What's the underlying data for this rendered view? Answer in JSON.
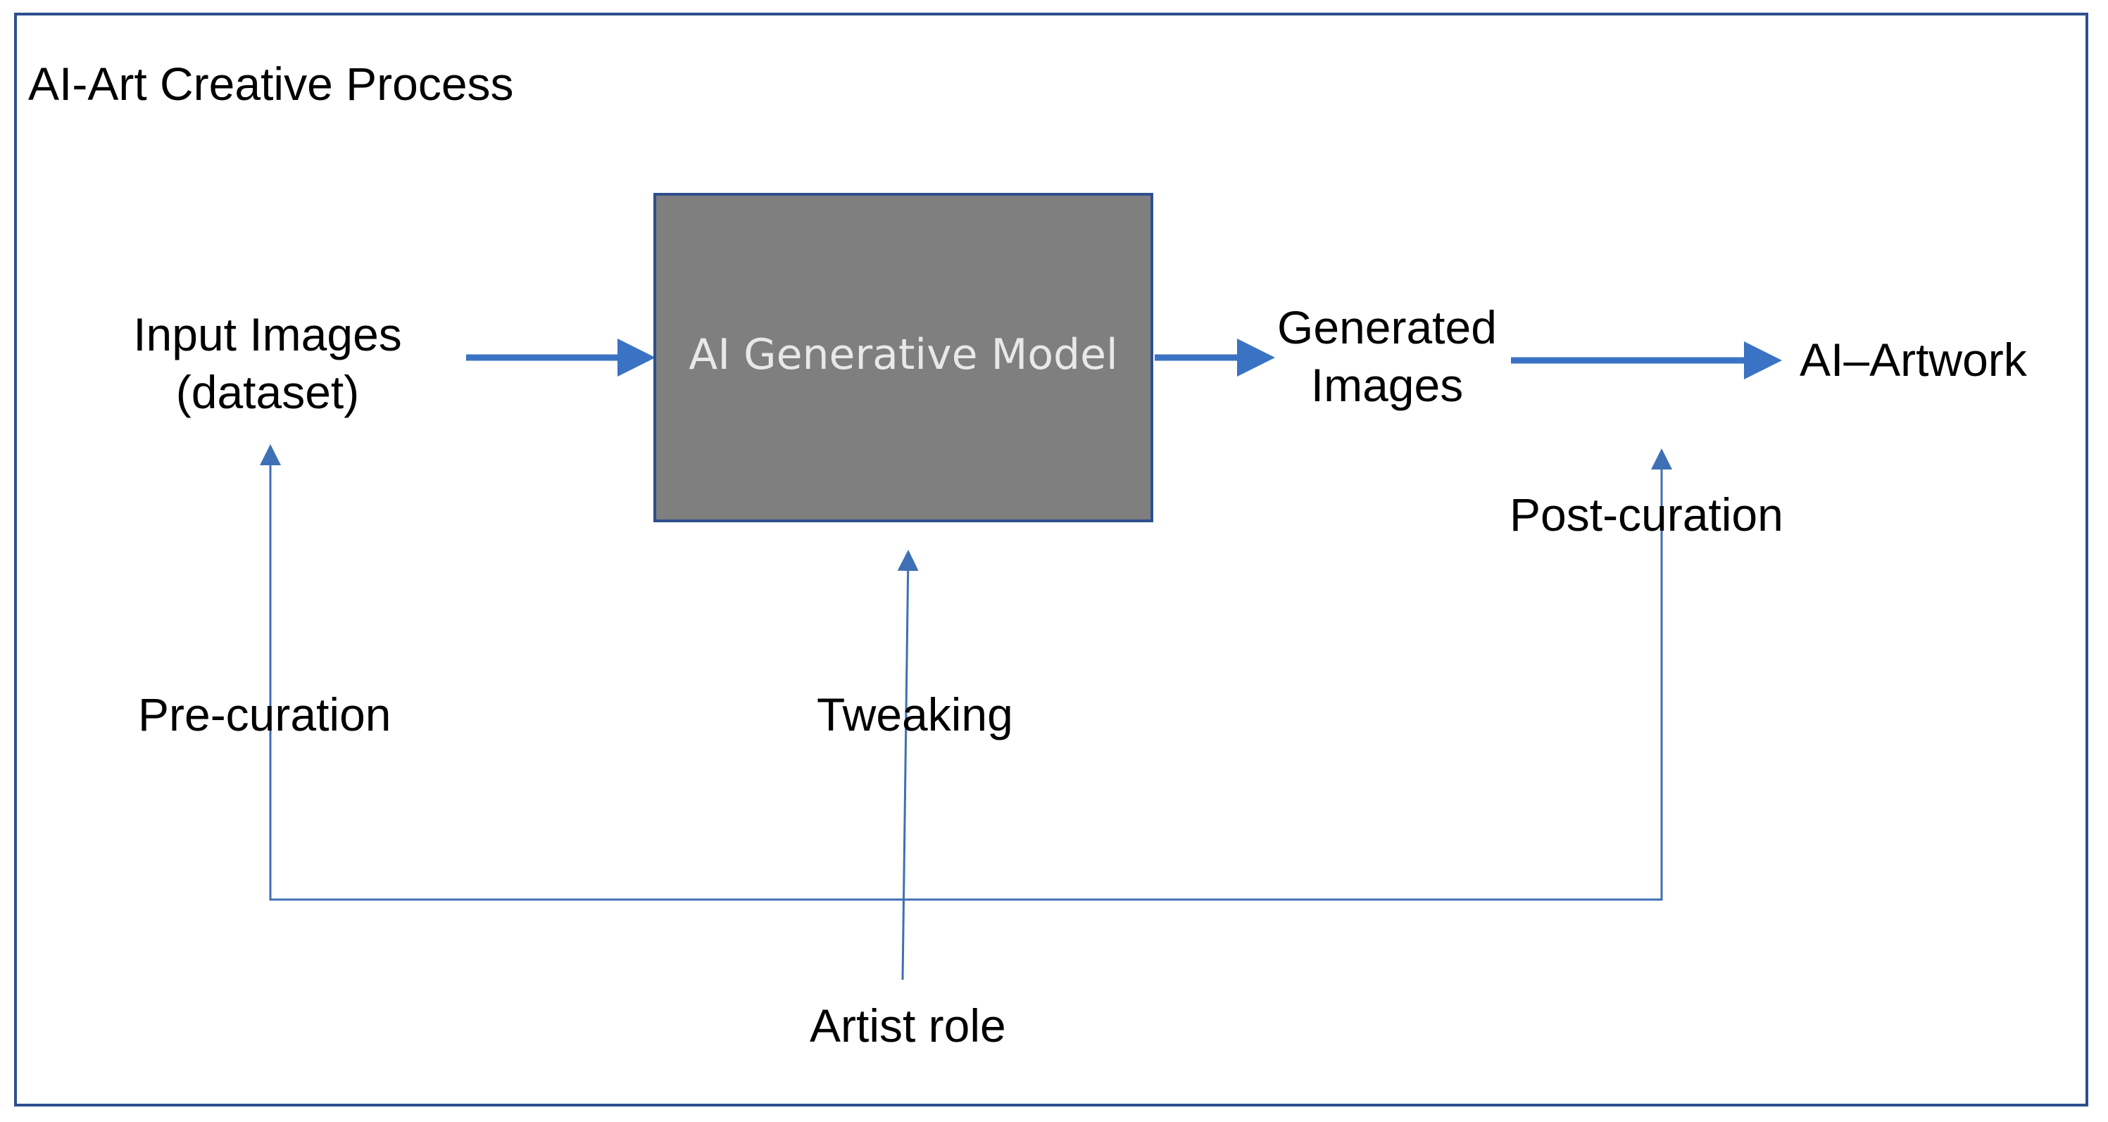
{
  "diagram": {
    "title": "AI-Art Creative Process",
    "nodes": {
      "input_images": [
        "Input Images",
        "(dataset)"
      ],
      "model": "AI Generative Model",
      "generated_images": [
        "Generated",
        "Images"
      ],
      "artwork": "AI–Artwork"
    },
    "roles": {
      "pre_curation": "Pre-curation",
      "tweaking": "Tweaking",
      "post_curation": "Post-curation",
      "artist": "Artist role"
    },
    "edges": [
      {
        "from": "input_images",
        "to": "model"
      },
      {
        "from": "model",
        "to": "generated_images"
      },
      {
        "from": "generated_images",
        "to": "artwork"
      },
      {
        "from": "artist",
        "to": "input_images",
        "label": "pre_curation"
      },
      {
        "from": "artist",
        "to": "model",
        "label": "tweaking"
      },
      {
        "from": "artist",
        "to": "artwork",
        "label": "post_curation"
      }
    ],
    "colors": {
      "frame": "#2e4f8f",
      "flow_arrow": "#3a73c4",
      "feedback_line": "#3f6fb5",
      "model_fill": "#7f7f7f",
      "model_text": "#e8e8e8"
    }
  }
}
